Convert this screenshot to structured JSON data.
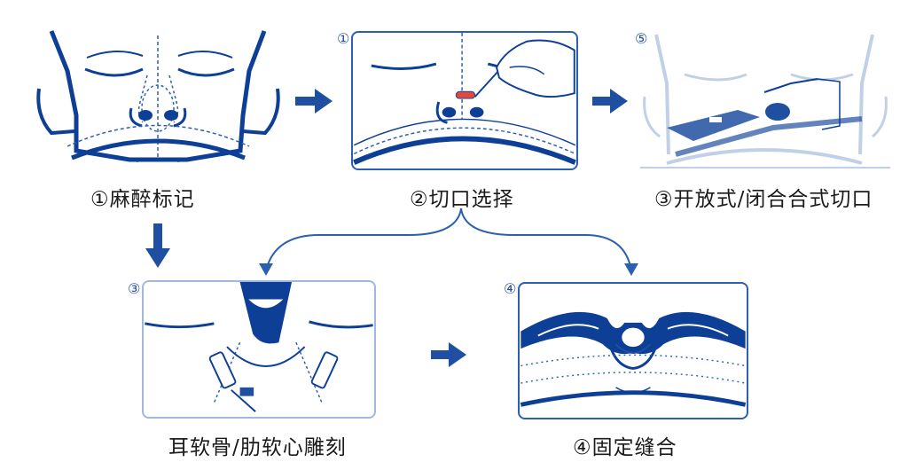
{
  "steps": [
    {
      "caption": "①麻醉标记"
    },
    {
      "caption": "②切口选择",
      "badge": "①"
    },
    {
      "caption": "③开放式/闭合合式切口",
      "badge": "⑤"
    },
    {
      "caption": "耳软骨/肋软心雕刻",
      "badge": "③"
    },
    {
      "caption": "④固定缝合",
      "badge": "④"
    }
  ],
  "colors": {
    "primary": "#0d3f96",
    "line": "#2b5fb0",
    "light": "#bcd0ea"
  }
}
